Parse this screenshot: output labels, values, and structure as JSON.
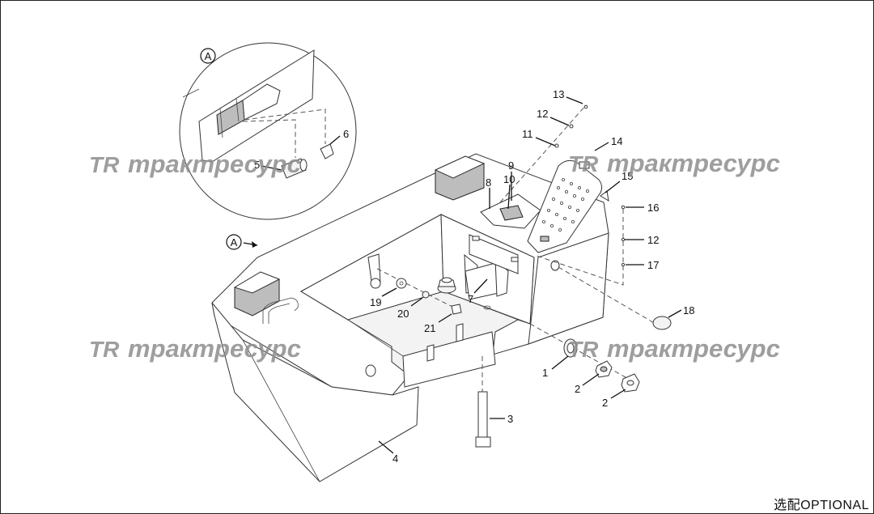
{
  "detail_label": "A",
  "view_label": "A",
  "callouts": [
    "1",
    "2",
    "2",
    "3",
    "4",
    "5",
    "6",
    "7",
    "8",
    "9",
    "10",
    "11",
    "12",
    "12",
    "13",
    "14",
    "15",
    "16",
    "17",
    "18",
    "19",
    "20",
    "21"
  ],
  "watermark": {
    "logo": "TR",
    "text": "трактресурс"
  },
  "footer": "选配OPTIONAL"
}
